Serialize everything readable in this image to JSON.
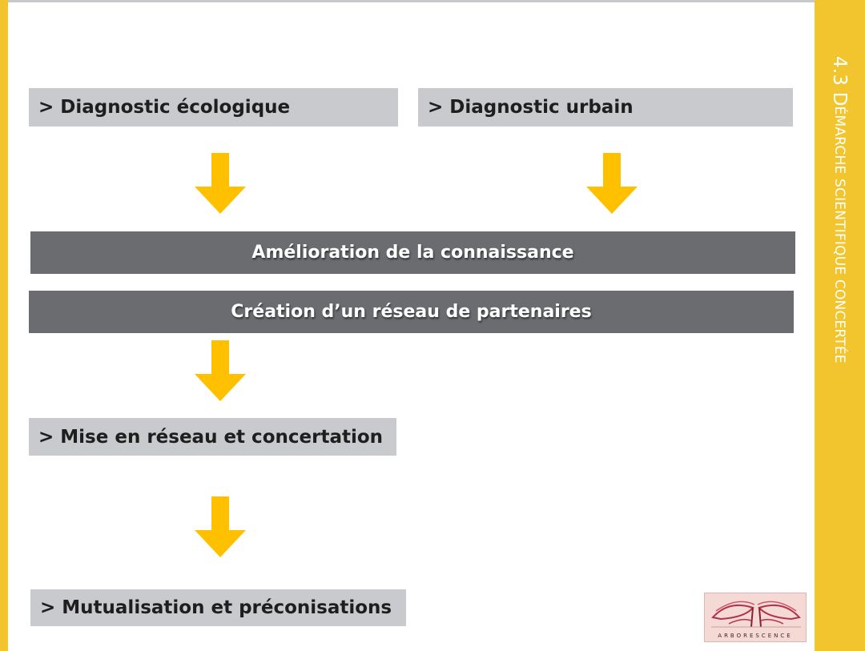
{
  "side_title": {
    "lead": "4.3 D",
    "rest": "ÉMARCHE SCIENTIFIQUE CONCERTÉE"
  },
  "boxes": {
    "diagnostic_ecologique": ">  Diagnostic écologique",
    "diagnostic_urbain": ">  Diagnostic urbain",
    "amelioration": "Amélioration de la connaissance",
    "creation": "Création d’un réseau de partenaires",
    "mise_en_reseau": ">  Mise en réseau et concertation",
    "mutualisation": "> Mutualisation et préconisations"
  },
  "logo": {
    "text": "ARBORESCENCE"
  },
  "colors": {
    "accent_yellow": "#f2c42e",
    "arrow_yellow": "#ffc000",
    "light_box": "#c9cacd",
    "dark_box": "#6a6c70"
  }
}
